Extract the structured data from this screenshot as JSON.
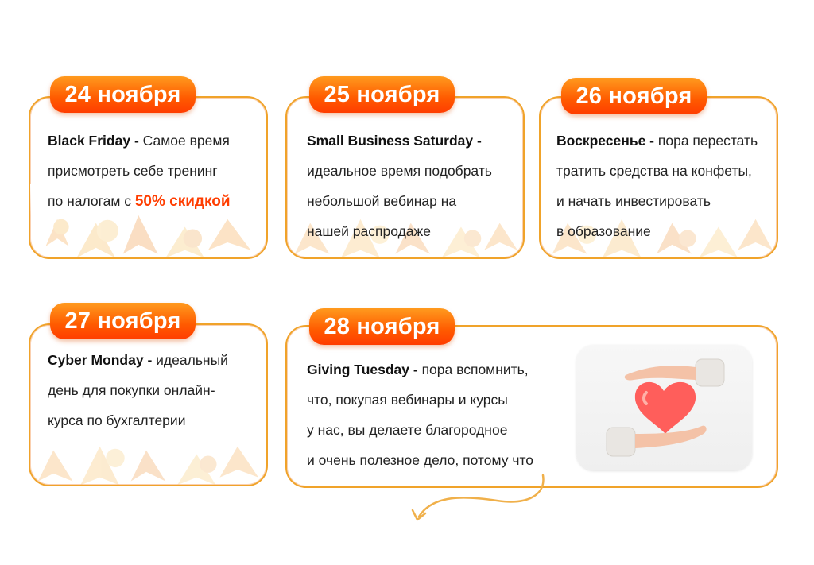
{
  "cards": [
    {
      "date": "24 ноября",
      "title": "Black Friday -",
      "lines": [
        "Самое время",
        "присмотреть себе тренинг",
        "по налогам с"
      ],
      "accent": "50% скидкой"
    },
    {
      "date": "25 ноября",
      "title": "Small Business Saturday -",
      "lines": [
        "идеальное время подобрать",
        "небольшой вебинар на",
        "нашей распродаже"
      ]
    },
    {
      "date": "26 ноября",
      "title": "Воскресенье -",
      "lines": [
        "пора перестать",
        "тратить средства на конфеты,",
        "и начать инвестировать",
        "в образование"
      ]
    },
    {
      "date": "27 ноября",
      "title": "Cyber Monday -",
      "lines": [
        "идеальный",
        "день для покупки онлайн-",
        "курса по бухгалтерии"
      ]
    },
    {
      "date": "28 ноября",
      "title": "Giving Tuesday -",
      "lines": [
        "пора вспомнить,",
        "что, покупая вебинары и курсы",
        "у нас, вы делаете благородное",
        "и очень полезное дело, потому что"
      ]
    }
  ],
  "colors": {
    "accent": "#ff3d00",
    "badge_top": "#ff9a1e",
    "badge_bottom": "#ff3d00",
    "card_border": "#f0a32a",
    "arrow": "#f0b04a",
    "heart": "#ff5a5a"
  },
  "icons": [
    "autumn-leaves-decoration",
    "hands-with-heart-illustration",
    "curved-arrow-icon"
  ]
}
